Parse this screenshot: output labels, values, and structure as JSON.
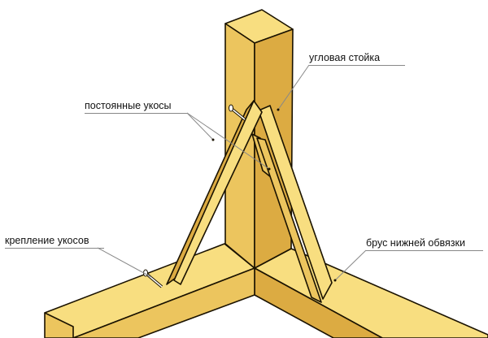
{
  "labels": {
    "corner_post": "угловая стойка",
    "permanent_braces": "постоянные укосы",
    "brace_fastening": "крепление укосов",
    "bottom_plate_beam": "брус нижней обвязки"
  },
  "colors": {
    "light": "#f8de80",
    "mid": "#ecc55e",
    "dark": "#dcab42",
    "outline": "#1a1200"
  }
}
